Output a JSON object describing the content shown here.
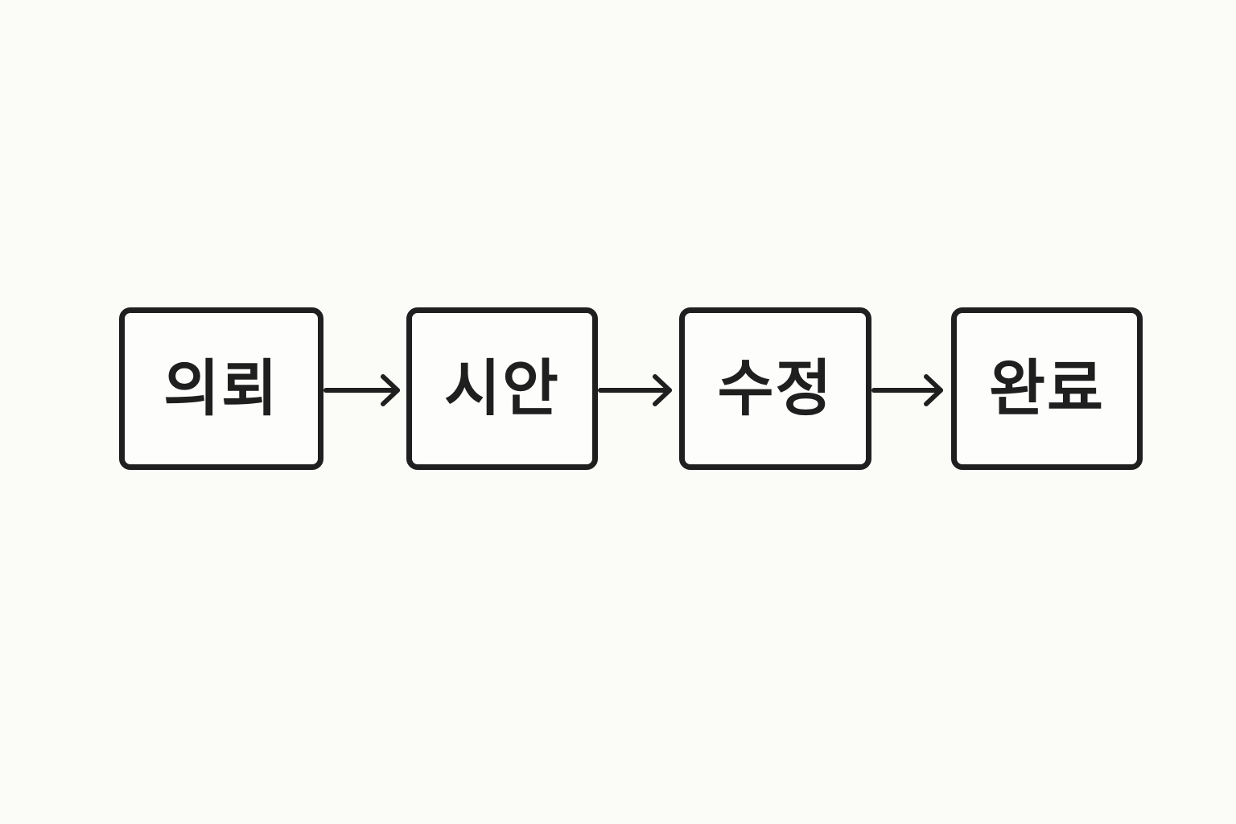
{
  "diagram": {
    "steps": [
      {
        "label": "의뢰"
      },
      {
        "label": "시안"
      },
      {
        "label": "수정"
      },
      {
        "label": "완료"
      }
    ]
  },
  "colors": {
    "background": "#fbfbf8",
    "stroke": "#1f1f1f",
    "text": "#1f1f1f"
  },
  "icons": {
    "connector": "arrow-right-icon"
  }
}
